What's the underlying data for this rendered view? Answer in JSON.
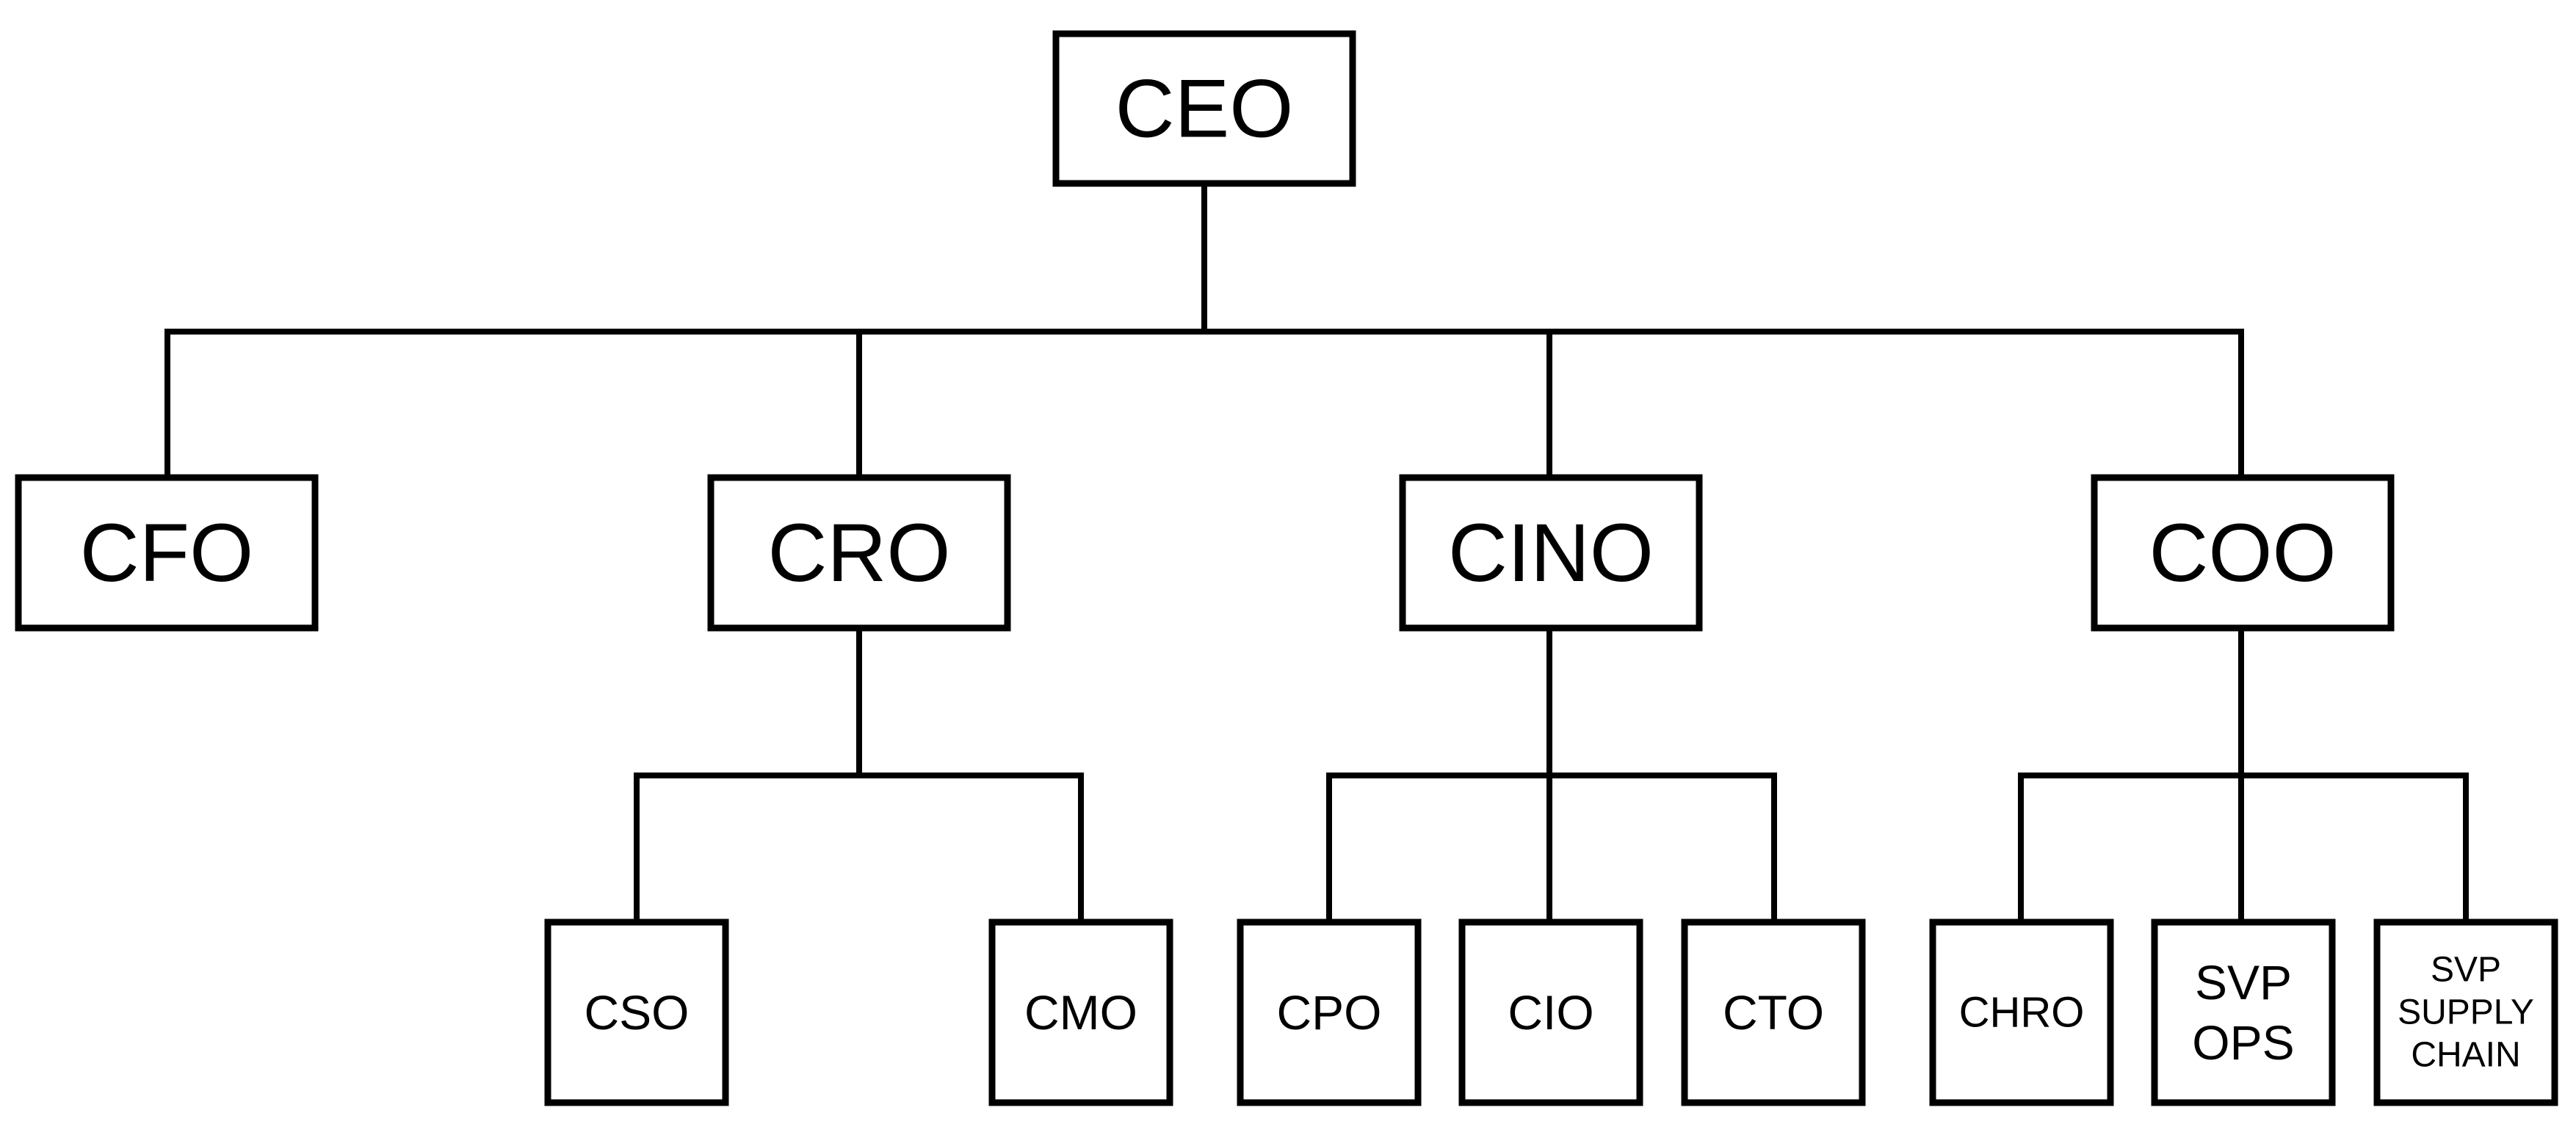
{
  "org_chart": {
    "nodes": [
      {
        "id": "ceo",
        "lines": [
          "CEO"
        ],
        "parent": null
      },
      {
        "id": "cfo",
        "lines": [
          "CFO"
        ],
        "parent": "ceo"
      },
      {
        "id": "cro",
        "lines": [
          "CRO"
        ],
        "parent": "ceo"
      },
      {
        "id": "cino",
        "lines": [
          "CINO"
        ],
        "parent": "ceo"
      },
      {
        "id": "coo",
        "lines": [
          "COO"
        ],
        "parent": "ceo"
      },
      {
        "id": "cso",
        "lines": [
          "CSO"
        ],
        "parent": "cro"
      },
      {
        "id": "cmo",
        "lines": [
          "CMO"
        ],
        "parent": "cro"
      },
      {
        "id": "cpo",
        "lines": [
          "CPO"
        ],
        "parent": "cino"
      },
      {
        "id": "cio",
        "lines": [
          "CIO"
        ],
        "parent": "cino"
      },
      {
        "id": "cto",
        "lines": [
          "CTO"
        ],
        "parent": "cino"
      },
      {
        "id": "chro",
        "lines": [
          "CHRO"
        ],
        "parent": "coo"
      },
      {
        "id": "svp-ops",
        "lines": [
          "SVP",
          "OPS"
        ],
        "parent": "coo"
      },
      {
        "id": "svp-supply-chain",
        "lines": [
          "SVP",
          "SUPPLY",
          "CHAIN"
        ],
        "parent": "coo"
      }
    ]
  }
}
